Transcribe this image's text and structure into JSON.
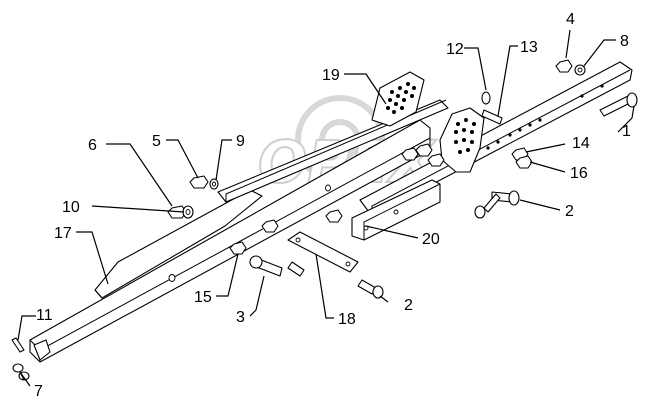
{
  "watermark": {
    "text": "OPEX"
  },
  "labels": {
    "l1": "1",
    "l2a": "2",
    "l2b": "2",
    "l3": "3",
    "l4": "4",
    "l5": "5",
    "l6": "6",
    "l7": "7",
    "l8": "8",
    "l9": "9",
    "l10": "10",
    "l11": "11",
    "l12": "12",
    "l13": "13",
    "l14": "14",
    "l15": "15",
    "l16": "16",
    "l17": "17",
    "l18": "18",
    "l19": "19",
    "l20": "20"
  }
}
